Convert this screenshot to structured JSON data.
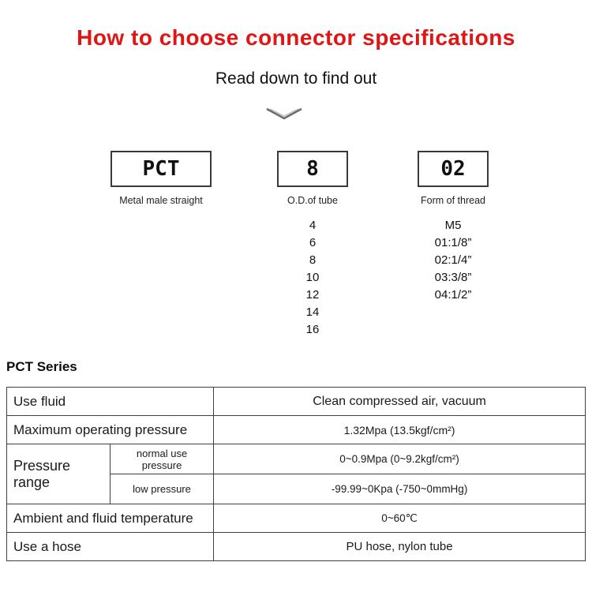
{
  "header": {
    "title": "How to choose connector specifications",
    "subtitle": "Read down to find out"
  },
  "selector": {
    "boxes": [
      {
        "code": "PCT",
        "label": "Metal male straight",
        "options": []
      },
      {
        "code": "8",
        "label": "O.D.of tube",
        "options": [
          "4",
          "6",
          "8",
          "10",
          "12",
          "14",
          "16"
        ]
      },
      {
        "code": "02",
        "label": "Form of thread",
        "options": [
          "M5",
          "01:1/8”",
          "02:1/4”",
          "03:3/8”",
          "04:1/2”"
        ]
      }
    ]
  },
  "series": {
    "title": "PCT Series"
  },
  "table": {
    "use_fluid_label": "Use fluid",
    "use_fluid_value": "Clean compressed air, vacuum",
    "max_pressure_label": "Maximum operating pressure",
    "max_pressure_value": "1.32Mpa (13.5kgf/cm²)",
    "pressure_range_label": "Pressure range",
    "normal_pressure_label": "normal use pressure",
    "normal_pressure_value": "0~0.9Mpa (0~9.2kgf/cm²)",
    "low_pressure_label": "low pressure",
    "low_pressure_value": "-99.99~0Kpa (-750~0mmHg)",
    "temperature_label": "Ambient and fluid temperature",
    "temperature_value": "0~60℃",
    "hose_label": "Use a hose",
    "hose_value": "PU hose, nylon tube"
  },
  "colors": {
    "title_red": "#e31414",
    "row_beige": "#ece1cc"
  }
}
